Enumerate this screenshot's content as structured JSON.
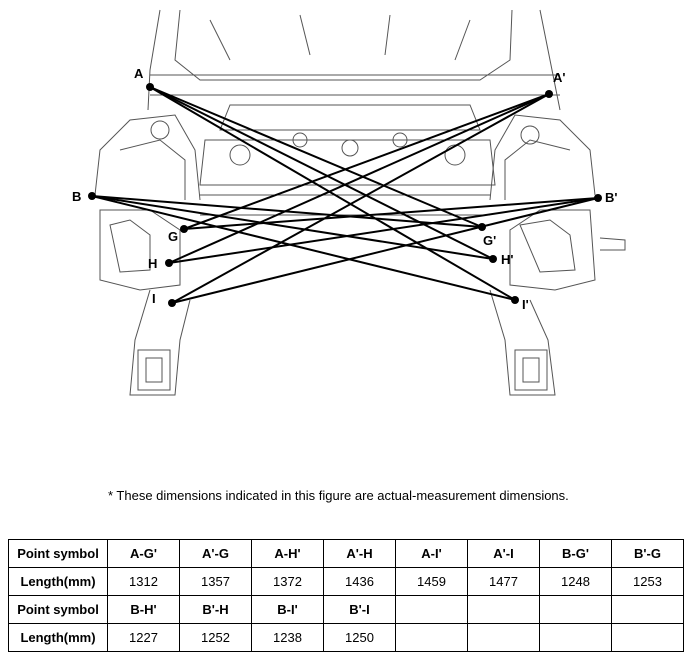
{
  "figure": {
    "points": {
      "A": "A",
      "A_p": "A'",
      "B": "B",
      "B_p": "B'",
      "G": "G",
      "G_p": "G'",
      "H": "H",
      "H_p": "H'",
      "I": "I",
      "I_p": "I'"
    }
  },
  "note": "*  These dimensions indicated in this figure are actual-measurement dimensions.",
  "table": {
    "row_label_symbol": "Point symbol",
    "row_label_length": "Length(mm)",
    "block1": {
      "symbols": [
        "A-G'",
        "A'-G",
        "A-H'",
        "A'-H",
        "A-I'",
        "A'-I",
        "B-G'",
        "B'-G"
      ],
      "lengths": [
        "1312",
        "1357",
        "1372",
        "1436",
        "1459",
        "1477",
        "1248",
        "1253"
      ]
    },
    "block2": {
      "symbols": [
        "B-H'",
        "B'-H",
        "B-I'",
        "B'-I"
      ],
      "lengths": [
        "1227",
        "1252",
        "1238",
        "1250"
      ]
    }
  }
}
